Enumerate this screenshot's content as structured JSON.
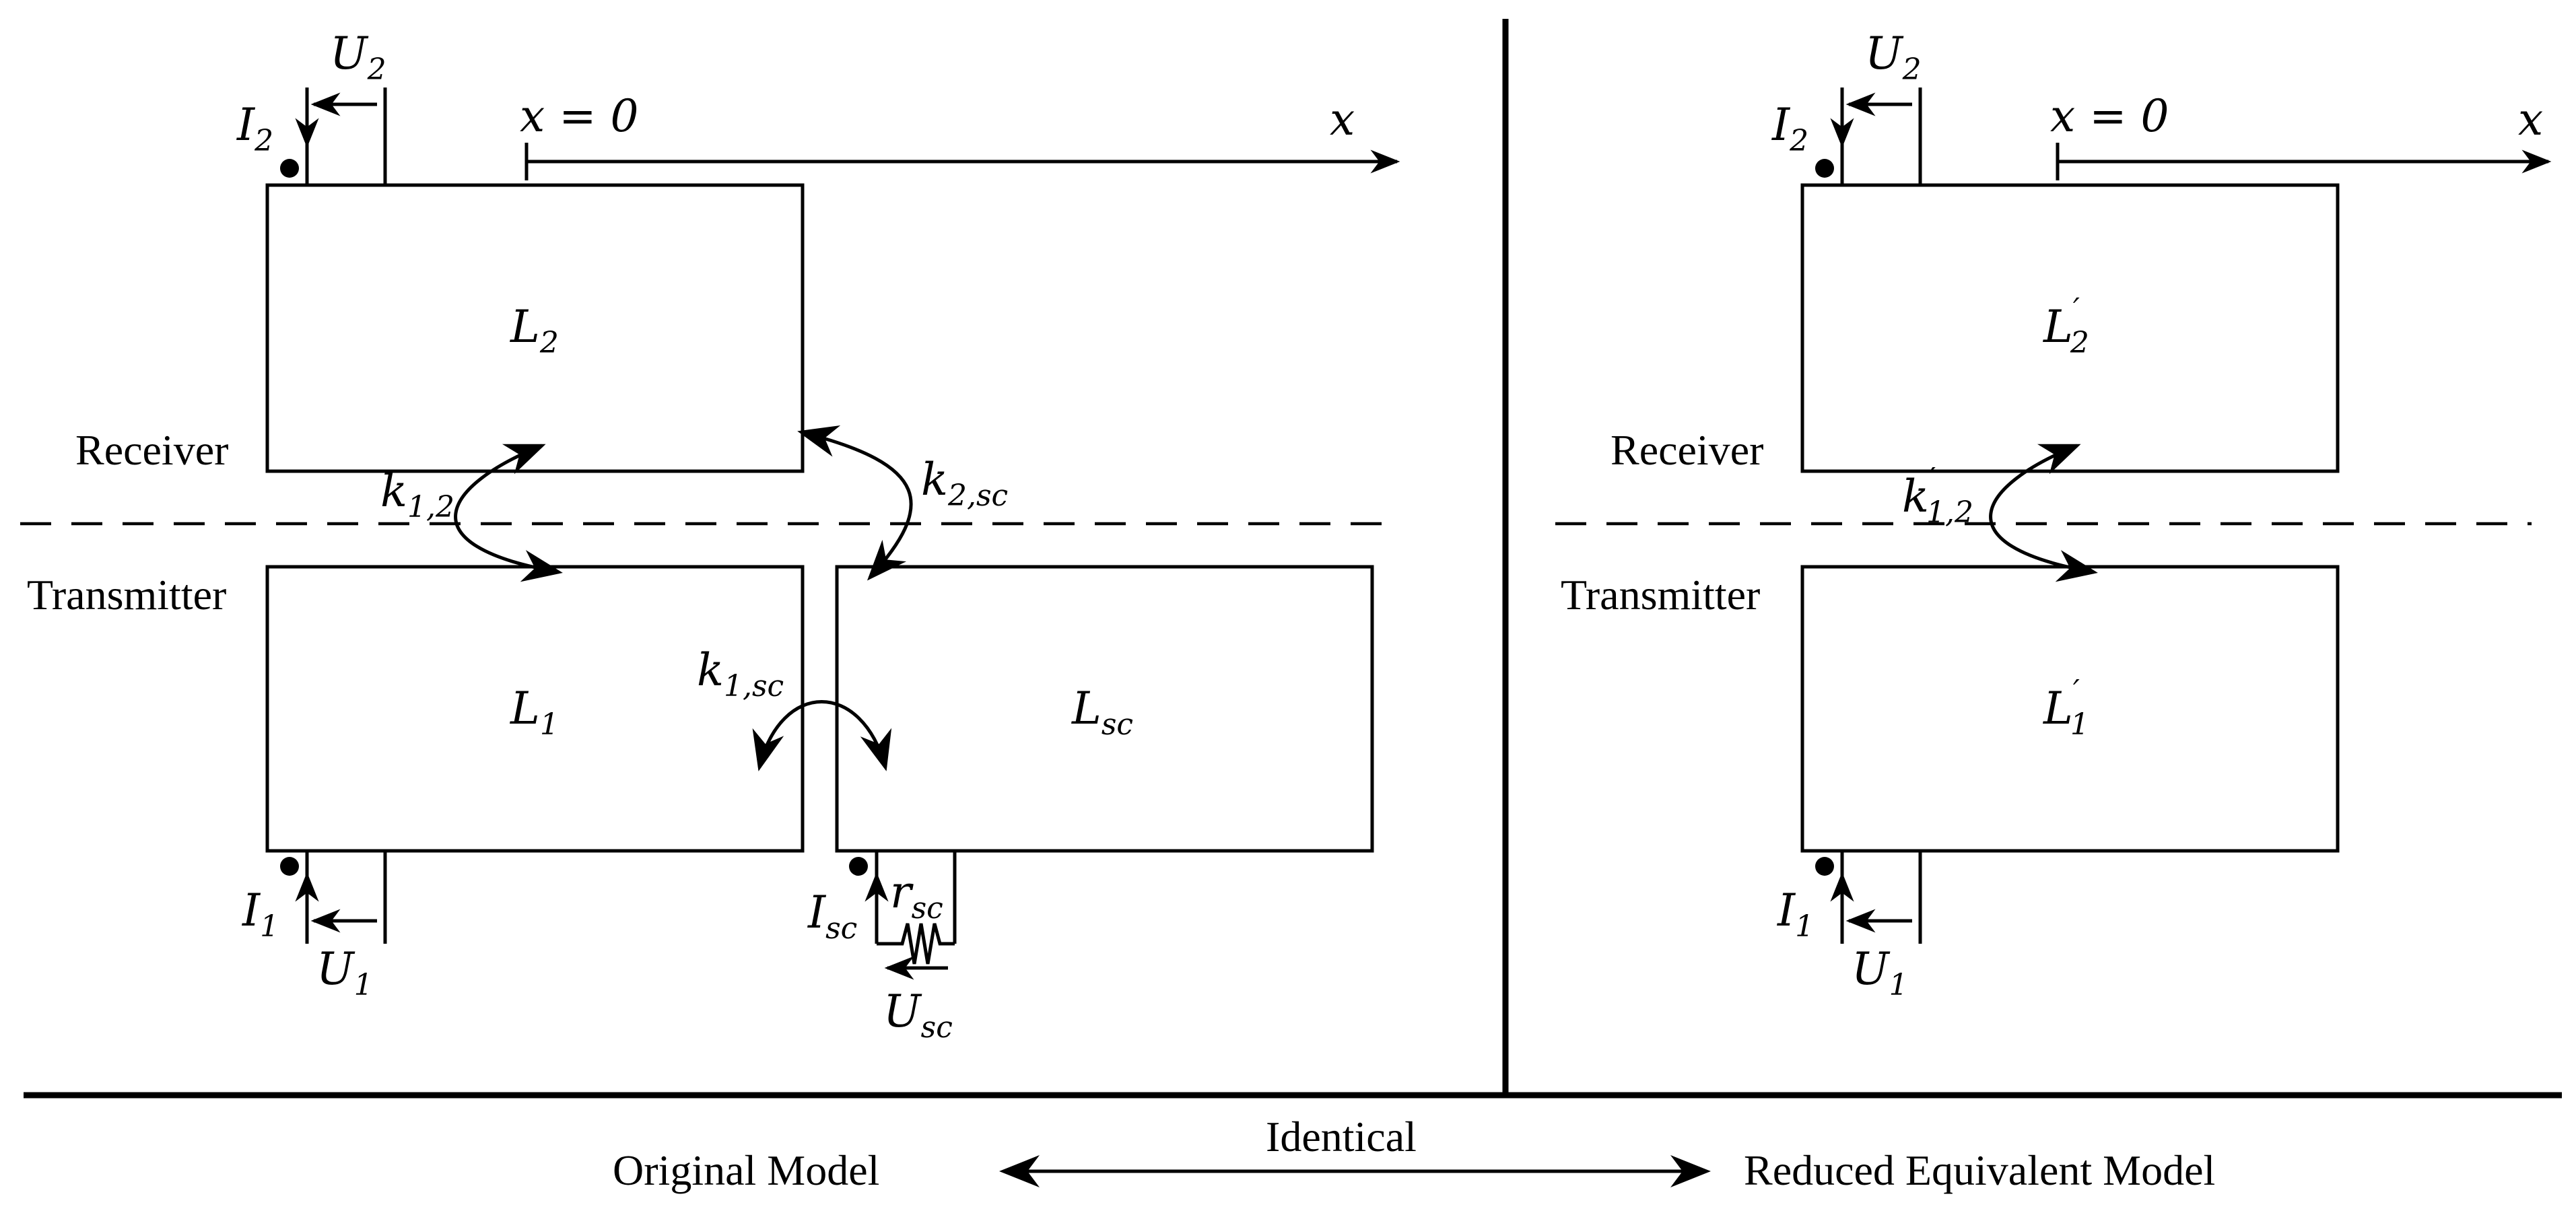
{
  "left_model": {
    "receiver_label": "Receiver",
    "transmitter_label": "Transmitter",
    "x_origin_label": "x = 0",
    "x_axis_label": "x",
    "coil_receiver": {
      "symbol": "L",
      "sub": "2"
    },
    "coil_transmitter": {
      "symbol": "L",
      "sub": "1"
    },
    "coil_shortcircuit": {
      "symbol": "L",
      "sub": "sc"
    },
    "coupling_12": {
      "symbol": "k",
      "sub": "1,2"
    },
    "coupling_2sc": {
      "symbol": "k",
      "sub": "2,sc"
    },
    "coupling_1sc": {
      "symbol": "k",
      "sub": "1,sc"
    },
    "current_2": {
      "symbol": "I",
      "sub": "2"
    },
    "voltage_2": {
      "symbol": "U",
      "sub": "2"
    },
    "current_1": {
      "symbol": "I",
      "sub": "1"
    },
    "voltage_1": {
      "symbol": "U",
      "sub": "1"
    },
    "current_sc": {
      "symbol": "I",
      "sub": "sc"
    },
    "resistance_sc": {
      "symbol": "r",
      "sub": "sc"
    },
    "voltage_sc": {
      "symbol": "U",
      "sub": "sc"
    }
  },
  "right_model": {
    "receiver_label": "Receiver",
    "transmitter_label": "Transmitter",
    "x_origin_label": "x = 0",
    "x_axis_label": "x",
    "coil_receiver": {
      "symbol": "L",
      "prime": "′",
      "sub": "2"
    },
    "coil_transmitter": {
      "symbol": "L",
      "prime": "′",
      "sub": "1"
    },
    "coupling_12": {
      "symbol": "k",
      "prime": "′",
      "sub": "1,2"
    },
    "current_2": {
      "symbol": "I",
      "sub": "2"
    },
    "voltage_2": {
      "symbol": "U",
      "sub": "2"
    },
    "current_1": {
      "symbol": "I",
      "sub": "1"
    },
    "voltage_1": {
      "symbol": "U",
      "sub": "1"
    }
  },
  "footer": {
    "left_title": "Original Model",
    "center_label": "Identical",
    "right_title": "Reduced Equivalent Model"
  }
}
